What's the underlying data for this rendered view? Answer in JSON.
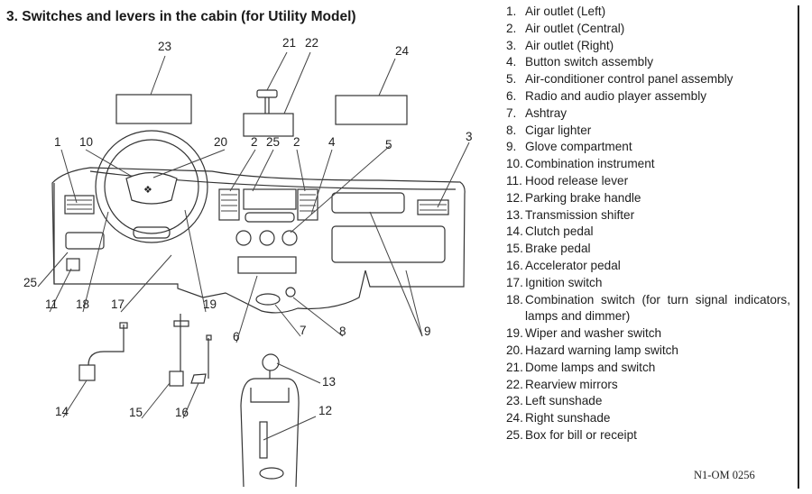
{
  "section_title": "3. Switches and levers in the cabin (for Utility Model)",
  "callouts": {
    "c1": "1",
    "c2a": "2",
    "c2b": "2",
    "c3": "3",
    "c4": "4",
    "c5": "5",
    "c6": "6",
    "c7": "7",
    "c8": "8",
    "c9": "9",
    "c10": "10",
    "c11": "11",
    "c12": "12",
    "c13": "13",
    "c14": "14",
    "c15": "15",
    "c16": "16",
    "c17": "17",
    "c18": "18",
    "c19": "19",
    "c20": "20",
    "c21": "21",
    "c22": "22",
    "c23": "23",
    "c24": "24",
    "c25a": "25",
    "c25b": "25"
  },
  "legend": [
    {
      "num": "1.",
      "label": "Air outlet (Left)"
    },
    {
      "num": "2.",
      "label": "Air outlet (Central)"
    },
    {
      "num": "3.",
      "label": "Air outlet (Right)"
    },
    {
      "num": "4.",
      "label": "Button switch assembly"
    },
    {
      "num": "5.",
      "label": "Air-conditioner control panel assembly"
    },
    {
      "num": "6.",
      "label": "Radio and audio player assembly"
    },
    {
      "num": "7.",
      "label": "Ashtray"
    },
    {
      "num": "8.",
      "label": "Cigar lighter"
    },
    {
      "num": "9.",
      "label": "Glove compartment"
    },
    {
      "num": "10.",
      "label": "Combination instrument"
    },
    {
      "num": "11.",
      "label": "Hood release lever"
    },
    {
      "num": "12.",
      "label": "Parking brake handle"
    },
    {
      "num": "13.",
      "label": "Transmission shifter"
    },
    {
      "num": "14.",
      "label": "Clutch pedal"
    },
    {
      "num": "15.",
      "label": "Brake pedal"
    },
    {
      "num": "16.",
      "label": "Accelerator pedal"
    },
    {
      "num": "17.",
      "label": "Ignition switch"
    },
    {
      "num": "18.",
      "label": "Combination switch (for turn signal indicators, lamps and dimmer)"
    },
    {
      "num": "19.",
      "label": "Wiper and washer switch"
    },
    {
      "num": "20.",
      "label": "Hazard warning lamp switch"
    },
    {
      "num": "21.",
      "label": "Dome lamps and switch"
    },
    {
      "num": "22.",
      "label": "Rearview mirrors"
    },
    {
      "num": "23.",
      "label": "Left sunshade"
    },
    {
      "num": "24.",
      "label": "Right sunshade"
    },
    {
      "num": "25.",
      "label": "Box for bill or receipt"
    }
  ],
  "figure_code": "N1-OM 0256"
}
